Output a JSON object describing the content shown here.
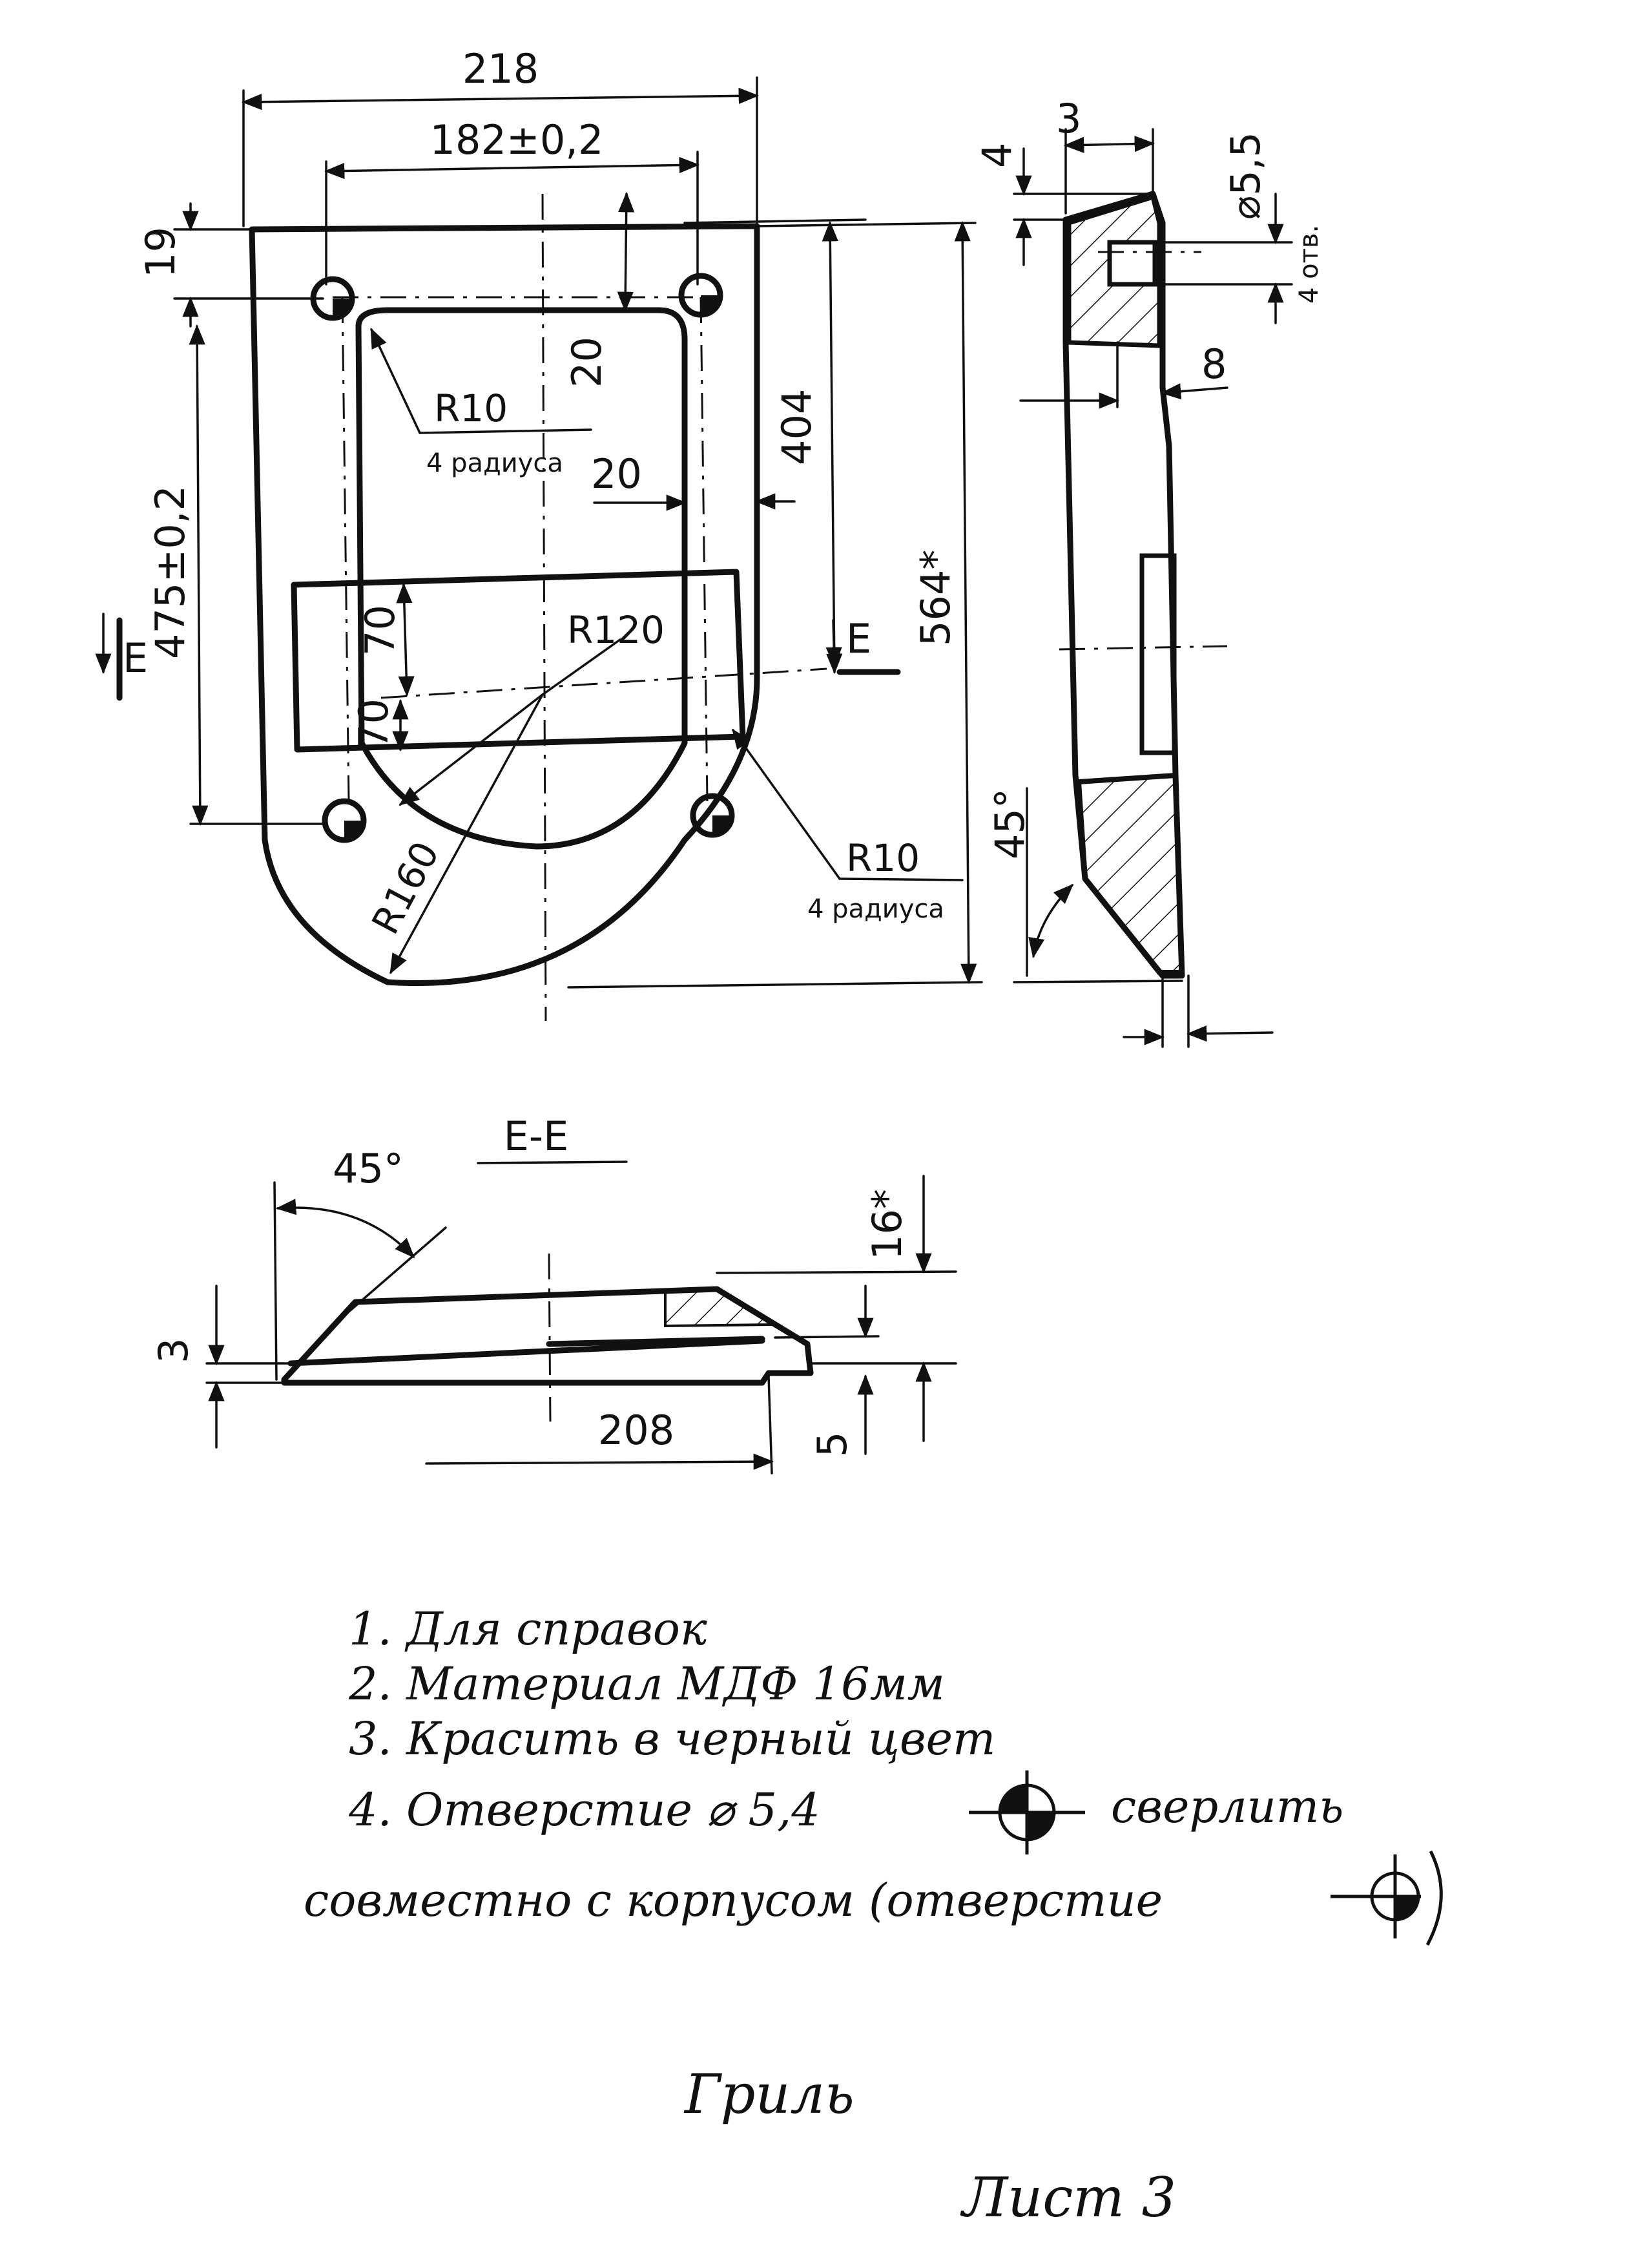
{
  "front_view": {
    "dim_width": "218",
    "dim_hole_spacing": "182±0,2",
    "dim_top_offset": "19",
    "dim_hole_to_window": "20",
    "dim_window_height": "404",
    "dim_side_gap": "20",
    "dim_hole_vertical": "475±0,2",
    "dim_total_height": "564*",
    "dim_70a": "70",
    "dim_70b": "70",
    "r10_top": "R10",
    "r10_top_note": "4 радиуса",
    "r120": "R120",
    "r160": "R160",
    "r10_bottom": "R10",
    "r10_bottom_note": "4 радиуса",
    "section_mark": "E"
  },
  "side_view": {
    "dim_3": "3",
    "dim_4": "4",
    "dim_hole_dia": "⌀5,5",
    "dim_holes_count": "4 отв.",
    "dim_8": "8",
    "dim_angle": "45°"
  },
  "section_view": {
    "title": "E-E",
    "dim_angle": "45°",
    "dim_3": "3",
    "dim_16": "16*",
    "dim_208": "208",
    "dim_5": "5"
  },
  "notes": [
    "1.  Для справок",
    "2.  Материал МДФ 16мм",
    "3.  Красить в черный цвет",
    "4.  Отверстие ⌀ 5,4",
    "сверлить",
    "совместно с корпусом (отверстие"
  ],
  "footer": {
    "name": "Гриль",
    "sheet": "Лист 3"
  }
}
